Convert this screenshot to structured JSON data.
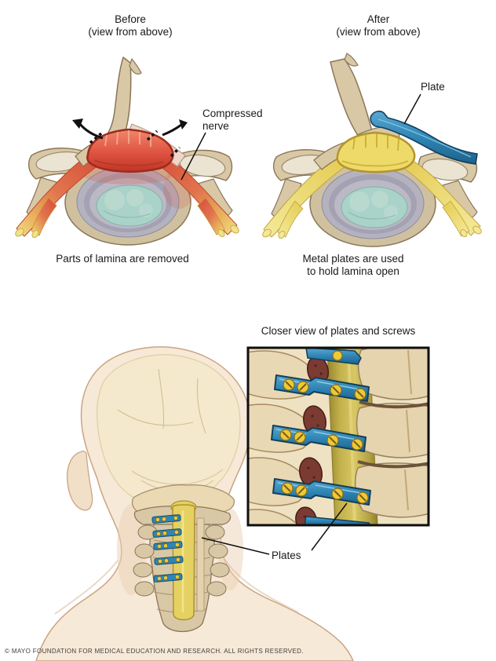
{
  "page": {
    "background": "#ffffff"
  },
  "panels": {
    "before": {
      "title": "Before",
      "subtitle": "(view from above)",
      "caption": "Parts of lamina are removed",
      "nerve_label": {
        "line1": "Compressed",
        "line2": "nerve"
      }
    },
    "after": {
      "title": "After",
      "subtitle": "(view from above)",
      "caption": {
        "line1": "Metal plates are used",
        "line2": "to hold lamina open"
      },
      "plate_label": "Plate"
    },
    "inset": {
      "title": "Closer view of plates and screws",
      "plates_label": "Plates"
    }
  },
  "footer": {
    "copyright": "© MAYO FOUNDATION FOR MEDICAL EDUCATION AND RESEARCH. ALL RIGHTS RESERVED."
  },
  "colors": {
    "page_bg": "#ffffff",
    "label_text": "#1a1a1a",
    "footer_text": "#3f3f3f",
    "bone": "#d9c8a6",
    "bone_dark": "#8a7557",
    "bone_light": "#ecdfc2",
    "facet": "#ece4d2",
    "cord_red": "#dc5240",
    "cord_red_dark": "#9e2b1d",
    "disc_ring": "#b5b2c0",
    "nucleus": "#a9d2c8",
    "cord_yellow": "#eeda68",
    "yellow_dark": "#b2952e",
    "plate_blue": "#2f85b5",
    "plate_blue_dark": "#15486a",
    "screw_gold": "#edc93a",
    "lamina_maroon": "#7c3b32",
    "inset_cord": "#c3b14a",
    "skin": "#f7e9d7",
    "skin_shade": "#eccfb4",
    "skull": "#f4e9cc"
  }
}
